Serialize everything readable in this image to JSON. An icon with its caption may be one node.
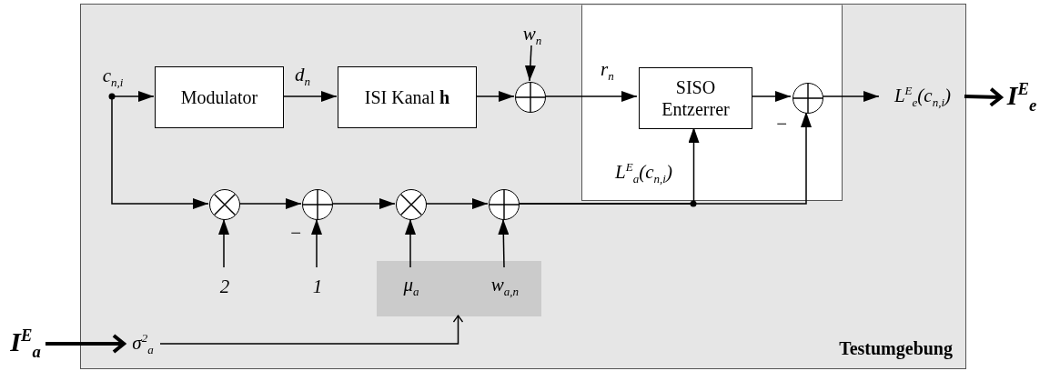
{
  "diagram": {
    "nodes": [
      {
        "text": [
          "Testumgebung"
        ]
      },
      {
        "text": [],
        "shape": "box",
        "in": 0
      },
      {
        "text": [
          "Modulator"
        ],
        "in": 0
      },
      {
        "text": [
          "ISI Kanal **h**"
        ],
        "in": 0
      },
      {
        "text": [
          "w$_{n}$"
        ],
        "in": 0
      },
      {
        "text": [],
        "shape": "circle",
        "in": 0
      },
      {
        "text": [
          "SISO Entzerrer"
        ],
        "in": 1
      },
      {
        "text": [],
        "shape": "circle",
        "in": 1
      },
      {
        "text": [
          "L$^{E}$$_{e}$(c$_{n,i}$)"
        ],
        "in": 0
      },
      {
        "text": [
          "I$^{E}$$_{e}$"
        ]
      },
      {
        "text": [],
        "shape": "circle",
        "in": 0
      },
      {
        "text": [],
        "shape": "circle",
        "in": 0
      },
      {
        "text": [],
        "shape": "circle",
        "in": 0
      },
      {
        "text": [],
        "shape": "circle",
        "in": 0
      },
      {
        "text": [
          "2"
        ],
        "in": 0
      },
      {
        "text": [
          "1"
        ],
        "in": 0
      },
      {
        "text": [],
        "shape": "box",
        "in": 0
      },
      {
        "text": [
          "μ$_{a}$"
        ],
        "in": 16
      },
      {
        "text": [
          "w$_{a,n}$"
        ],
        "in": 16
      },
      {
        "text": [
          "I$^{E}$$_{a}$"
        ]
      },
      {
        "text": [
          "σ$^{2}$$_{a}$"
        ],
        "in": 0
      },
      {
        "text": [
          "c$_{n,i}$"
        ],
        "in": 0
      }
    ],
    "edges": [
      {
        "from": 21,
        "to": 2,
        "arrow": "to"
      },
      {
        "from": 21,
        "to": 10,
        "arrow": "to"
      },
      {
        "from": 2,
        "to": 3,
        "arrow": "to"
      },
      {
        "from": 3,
        "to": 5,
        "arrow": "to"
      },
      {
        "from": 4,
        "to": 5,
        "arrow": "to"
      },
      {
        "from": 5,
        "to": 6,
        "arrow": "to"
      },
      {
        "from": 6,
        "to": 7,
        "arrow": "to"
      },
      {
        "from": 7,
        "to": 8,
        "arrow": "to"
      },
      {
        "from": 8,
        "to": 9,
        "arrow": "to",
        "style": "thick"
      },
      {
        "from": 10,
        "to": 11,
        "arrow": "to"
      },
      {
        "from": 11,
        "to": 12,
        "arrow": "to"
      },
      {
        "from": 12,
        "to": 13,
        "arrow": "to"
      },
      {
        "from": 13,
        "to": 6,
        "arrow": "to"
      },
      {
        "from": 13,
        "to": 7,
        "arrow": "to"
      },
      {
        "from": 14,
        "to": 10,
        "arrow": "to"
      },
      {
        "from": 15,
        "to": 11,
        "arrow": "to"
      },
      {
        "from": 17,
        "to": 12,
        "arrow": "to"
      },
      {
        "from": 18,
        "to": 13,
        "arrow": "to"
      },
      {
        "from": 19,
        "to": 20,
        "arrow": "to",
        "style": "thick"
      },
      {
        "from": 20,
        "to": 16,
        "arrow": "to"
      }
    ],
    "labels": [
      "d$_{n}$",
      "r$_{n}$",
      "−",
      "L$^{E}$$_{a}$(c$_{n,i}$)",
      "−"
    ]
  }
}
